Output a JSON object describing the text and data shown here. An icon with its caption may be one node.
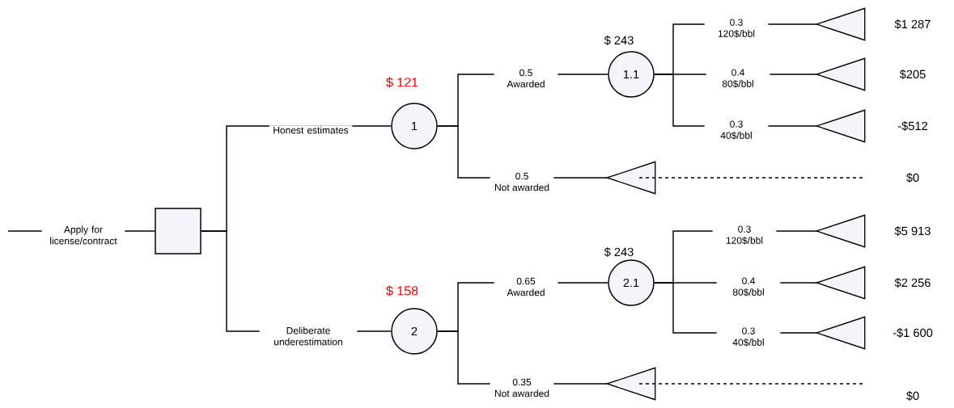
{
  "diagram": {
    "nodes": [
      {
        "text": [],
        "shape": "box"
      },
      {
        "text": [
          "1"
        ],
        "beside": [
          "$ 121"
        ]
      },
      {
        "text": [
          "1.1"
        ],
        "beside": [
          "$ 243"
        ]
      },
      {
        "text": [],
        "shape": "triangle",
        "beside": [
          "$1 287"
        ]
      },
      {
        "text": [],
        "shape": "triangle",
        "beside": [
          "$205"
        ]
      },
      {
        "text": [],
        "shape": "triangle",
        "beside": [
          "-$512"
        ]
      },
      {
        "text": [],
        "shape": "triangle"
      },
      {
        "text": [
          "2"
        ],
        "beside": [
          "$ 158"
        ]
      },
      {
        "text": [
          "2.1"
        ],
        "beside": [
          "$ 243"
        ]
      },
      {
        "text": [],
        "shape": "triangle",
        "beside": [
          "$5 913"
        ]
      },
      {
        "text": [],
        "shape": "triangle",
        "beside": [
          "$2 256"
        ]
      },
      {
        "text": [],
        "shape": "triangle",
        "beside": [
          "-$1 600"
        ]
      },
      {
        "text": [],
        "shape": "triangle"
      }
    ],
    "labels": [
      "$0",
      "$0"
    ],
    "edges": [
      {
        "from": null,
        "to": 0,
        "arrow": "none",
        "label": "Apply for license/contract"
      },
      {
        "from": 0,
        "to": 1,
        "arrow": "none",
        "label": "Honest estimates"
      },
      {
        "from": 0,
        "to": 7,
        "arrow": "none",
        "label": "Deliberate underestimation"
      },
      {
        "from": 1,
        "to": 2,
        "arrow": "none",
        "label": "0.5 Awarded"
      },
      {
        "from": 1,
        "to": 6,
        "arrow": "none",
        "label": "0.5 Not awarded"
      },
      {
        "from": 2,
        "to": 3,
        "arrow": "none",
        "label": "0.3 120$/bbl"
      },
      {
        "from": 2,
        "to": 4,
        "arrow": "none",
        "label": "0.4 80$/bbl"
      },
      {
        "from": 2,
        "to": 5,
        "arrow": "none",
        "label": "0.3 40$/bbl"
      },
      {
        "from": 6,
        "to": null,
        "arrow": "none",
        "style": "dashed"
      },
      {
        "from": 7,
        "to": 8,
        "arrow": "none",
        "label": "0.65 Awarded"
      },
      {
        "from": 7,
        "to": 12,
        "arrow": "none",
        "label": "0.35 Not awarded"
      },
      {
        "from": 8,
        "to": 9,
        "arrow": "none",
        "label": "0.3 120$/bbl"
      },
      {
        "from": 8,
        "to": 10,
        "arrow": "none",
        "label": "0.4 80$/bbl"
      },
      {
        "from": 8,
        "to": 11,
        "arrow": "none",
        "label": "0.3 40$/bbl"
      },
      {
        "from": 12,
        "to": null,
        "arrow": "none",
        "style": "dashed"
      }
    ]
  }
}
